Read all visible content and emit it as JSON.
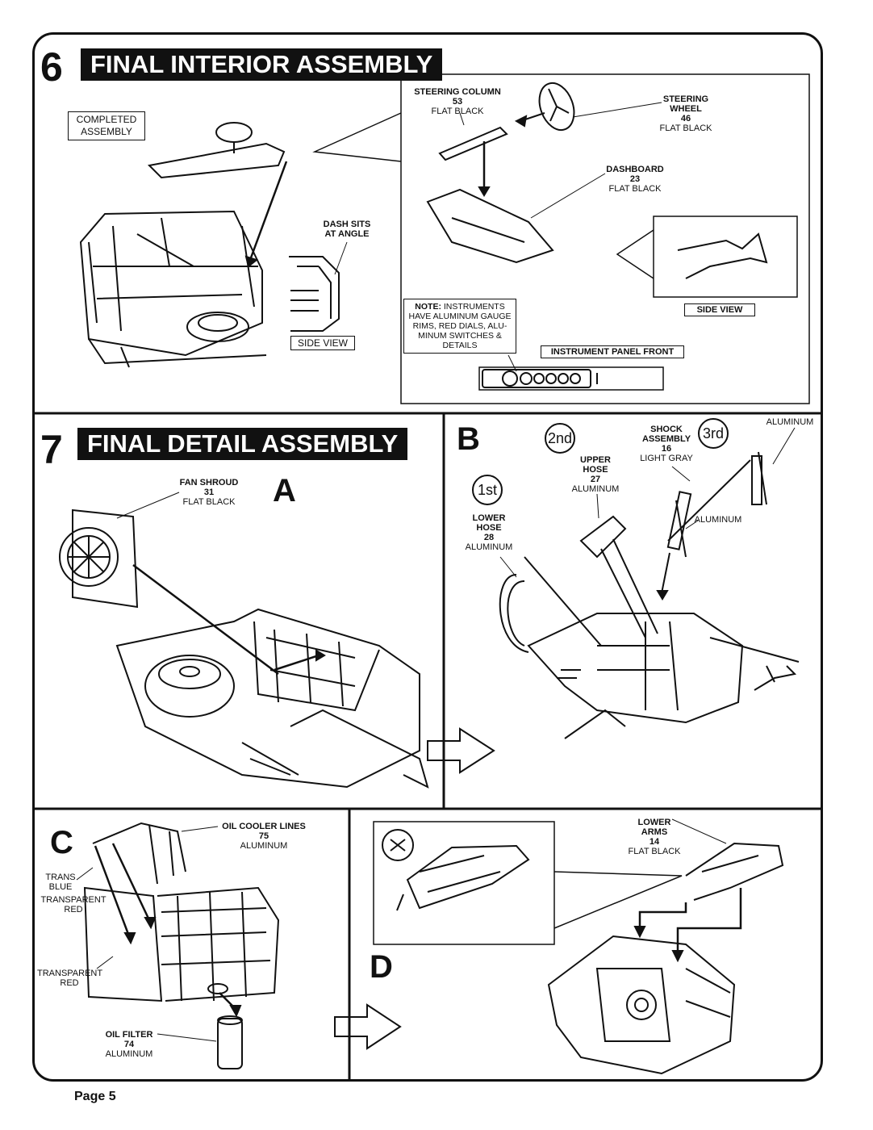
{
  "step6": {
    "number": "6",
    "title": "FINAL INTERIOR ASSEMBLY",
    "completed": "COMPLETED",
    "assembly": "ASSEMBLY",
    "dash_sits": "DASH SITS",
    "at_angle": "AT ANGLE",
    "side_view": "SIDE VIEW",
    "steering_column": {
      "name": "STEERING COLUMN",
      "part": "53",
      "color": "FLAT BLACK"
    },
    "steering_wheel": {
      "name1": "STEERING",
      "name2": "WHEEL",
      "part": "46",
      "color": "FLAT BLACK"
    },
    "dashboard": {
      "name": "DASHBOARD",
      "part": "23",
      "color": "FLAT BLACK"
    },
    "side_view_2": "SIDE VIEW",
    "note_head": "NOTE:",
    "note_line1": "INSTRUMENTS",
    "note_line2": "HAVE ALUMINUM GAUGE",
    "note_line3": "RIMS, RED DIALS, ALU-",
    "note_line4": "MINUM SWITCHES &",
    "note_line5": "DETAILS",
    "instrument_panel": "INSTRUMENT PANEL FRONT"
  },
  "step7": {
    "number": "7",
    "title": "FINAL DETAIL ASSEMBLY",
    "letter_a": "A",
    "fan_shroud": {
      "name": "FAN SHROUD",
      "part": "31",
      "color": "FLAT BLACK"
    },
    "letter_b": "B",
    "order_1": "1st",
    "order_2": "2nd",
    "order_3": "3rd",
    "shock": {
      "name1": "SHOCK",
      "name2": "ASSEMBLY",
      "part": "16",
      "color": "LIGHT GRAY"
    },
    "upper_hose": {
      "name1": "UPPER",
      "name2": "HOSE",
      "part": "27",
      "color": "ALUMINUM"
    },
    "lower_hose": {
      "name1": "LOWER",
      "name2": "HOSE",
      "part": "28",
      "color": "ALUMINUM"
    },
    "aluminum_top": "ALUMINUM",
    "aluminum_mid": "ALUMINUM",
    "letter_c": "C",
    "oil_cooler": {
      "name": "OIL COOLER LINES",
      "part": "75",
      "color": "ALUMINUM"
    },
    "trans1": "TRANS",
    "trans2": "BLUE",
    "transparent_red_1a": "TRANSPARENT",
    "transparent_red_1b": "RED",
    "transparent_red_2a": "TRANSPARENT",
    "transparent_red_2b": "RED",
    "oil_filter": {
      "name": "OIL FILTER",
      "part": "74",
      "color": "ALUMINUM"
    },
    "letter_d": "D",
    "lower_arms": {
      "name1": "LOWER",
      "name2": "ARMS",
      "part": "14",
      "color": "FLAT BLACK"
    }
  },
  "footer": {
    "page": "Page 5"
  }
}
